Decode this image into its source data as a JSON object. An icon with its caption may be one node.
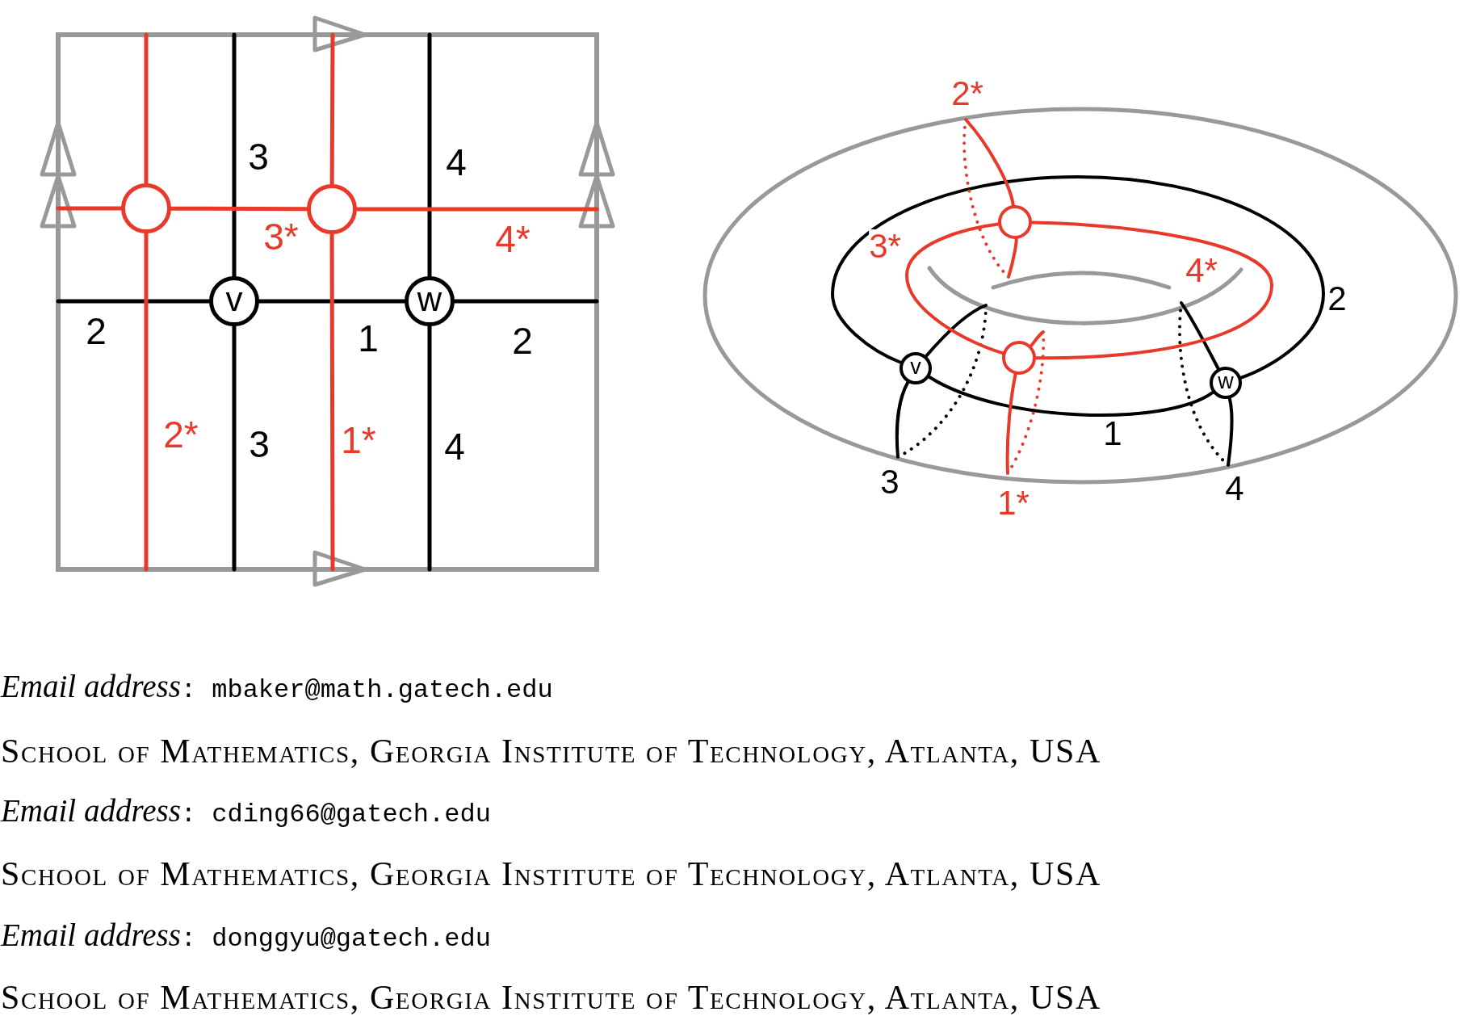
{
  "diagram": {
    "nodes": [
      {
        "text": [],
        "shape": "circle"
      },
      {
        "text": [],
        "shape": "circle"
      },
      {
        "text": [
          "v"
        ]
      },
      {
        "text": [
          "w"
        ]
      },
      {
        "text": [],
        "shape": "circle"
      },
      {
        "text": [],
        "shape": "circle"
      },
      {
        "text": [
          "v"
        ]
      },
      {
        "text": [
          "w"
        ]
      }
    ],
    "edges": [
      {
        "from": 2,
        "to": null,
        "arrow": "none",
        "label": "3"
      },
      {
        "from": 2,
        "to": 3,
        "arrow": "none",
        "label": "1"
      },
      {
        "from": null,
        "to": 2,
        "arrow": "none",
        "label": "2"
      },
      {
        "from": 3,
        "to": null,
        "arrow": "none",
        "label": "2"
      },
      {
        "from": 3,
        "to": null,
        "arrow": "none",
        "label": "4"
      },
      {
        "from": 2,
        "to": null,
        "arrow": "none",
        "label": "3"
      },
      {
        "from": 3,
        "to": null,
        "arrow": "none",
        "label": "4"
      },
      {
        "from": null,
        "to": 0,
        "arrow": "none",
        "color": "#e8392a"
      },
      {
        "from": 0,
        "to": null,
        "arrow": "none",
        "color": "#e8392a"
      },
      {
        "from": 0,
        "to": 1,
        "arrow": "none",
        "label": "3*",
        "color": "#e8392a"
      },
      {
        "from": 1,
        "to": null,
        "arrow": "none",
        "color": "#e8392a"
      },
      {
        "from": 1,
        "to": null,
        "arrow": "none",
        "label": "4*",
        "color": "#e8392a"
      },
      {
        "from": 0,
        "to": null,
        "arrow": "none",
        "label": "2*",
        "color": "#e8392a"
      },
      {
        "from": 1,
        "to": null,
        "arrow": "none",
        "label": "1*",
        "color": "#e8392a"
      },
      {
        "from": 6,
        "to": 7,
        "arrow": "none",
        "label": "1"
      },
      {
        "from": 6,
        "to": 7,
        "arrow": "none",
        "label": "2"
      },
      {
        "from": 6,
        "to": 6,
        "arrow": "none",
        "label": "3",
        "style": "dashed"
      },
      {
        "from": 7,
        "to": 7,
        "arrow": "none",
        "label": "4",
        "style": "dashed"
      },
      {
        "from": 4,
        "to": 5,
        "arrow": "none",
        "label": "3*",
        "color": "#e8392a"
      },
      {
        "from": 4,
        "to": 5,
        "arrow": "none",
        "label": "4*",
        "color": "#e8392a"
      },
      {
        "from": 4,
        "to": 4,
        "arrow": "none",
        "label": "2*",
        "style": "dashed",
        "color": "#e8392a"
      },
      {
        "from": 5,
        "to": 5,
        "arrow": "none",
        "label": "1*",
        "style": "dashed",
        "color": "#e8392a"
      }
    ],
    "labels": [
      "*Email address*: mbaker@math.gatech.edu",
      "School of Mathematics, Georgia Institute of Technology, Atlanta, USA",
      "*Email address*: cding66@gatech.edu",
      "School of Mathematics, Georgia Institute of Technology, Atlanta, USA",
      "*Email address*: donggyu@gatech.edu",
      "School of Mathematics, Georgia Institute of Technology, Atlanta, USA"
    ]
  }
}
